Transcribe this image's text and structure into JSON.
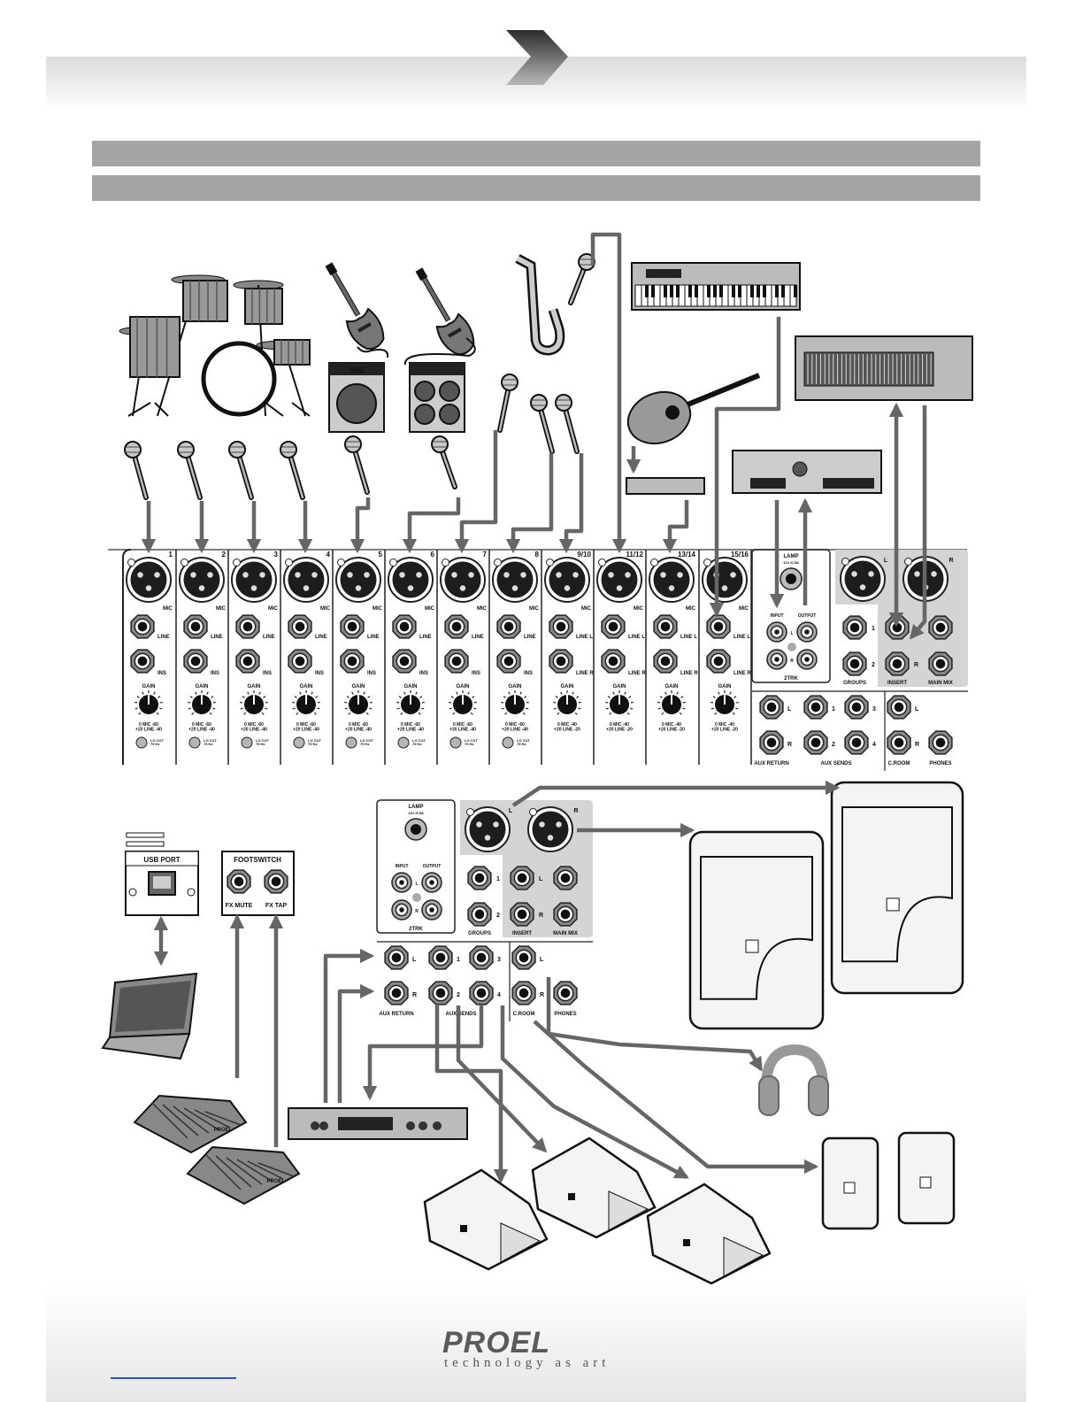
{
  "channel_numbers": [
    "1",
    "2",
    "3",
    "4",
    "5",
    "6",
    "7",
    "8",
    "9/10",
    "11/12",
    "13/14",
    "15/16"
  ],
  "channel_labels": {
    "mic": "MIC",
    "line": "LINE",
    "line_l": "LINE L",
    "line_r": "LINE R",
    "ins": "INS",
    "gain": "GAIN",
    "gain_scale_mono": "0 MIC -60\n+20 LINE -40",
    "gain_scale_stereo": "0 MIC -40\n+20 LINE -20",
    "lo_cut": "LO CUT\n75 Hz"
  },
  "master_labels": {
    "lamp": "LAMP",
    "lamp_spec": "12V /0,5A",
    "input": "INPUT",
    "output": "OUTPUT",
    "l": "L",
    "r": "R",
    "two_trk": "2TRK",
    "groups": "GROUPS",
    "group_1": "1",
    "group_2": "2",
    "insert": "INSERT",
    "main_mix": "MAIN MIX",
    "aux_return": "AUX RETURN",
    "aux_sends": "AUX SENDS",
    "send_1": "1",
    "send_2": "2",
    "send_3": "3",
    "send_4": "4",
    "c_room": "C.ROOM",
    "phones": "PHONES"
  },
  "side_panels": {
    "usb_port": "USB PORT",
    "footswitch": "FOOTSWITCH",
    "fx_mute": "FX MUTE",
    "fx_tap": "FX TAP"
  },
  "product_marks": {
    "amp_logo": "SM2",
    "pedal_brand": "PROEL"
  },
  "footer": {
    "brand": "PROEL",
    "tagline": "technology as art"
  }
}
